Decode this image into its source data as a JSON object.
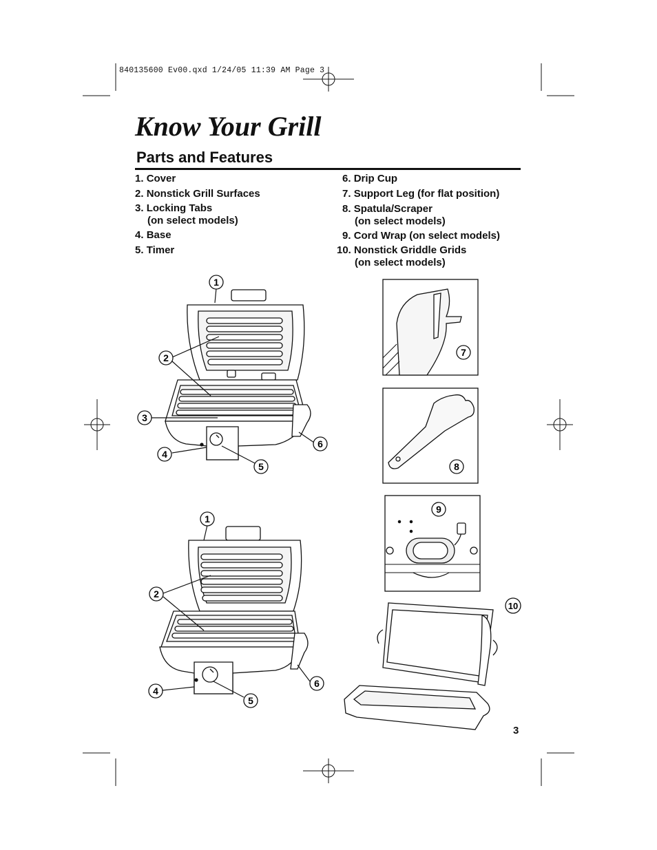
{
  "slug": "840135600 Ev00.qxd  1/24/05  11:39 AM  Page 3",
  "title": "Know Your Grill",
  "subtitle": "Parts and Features",
  "parts_left": [
    {
      "num": "1.",
      "label": "Cover",
      "sub": ""
    },
    {
      "num": "2.",
      "label": "Nonstick Grill Surfaces",
      "sub": ""
    },
    {
      "num": "3.",
      "label": "Locking Tabs",
      "sub": "(on select models)"
    },
    {
      "num": "4.",
      "label": "Base",
      "sub": ""
    },
    {
      "num": "5.",
      "label": "Timer",
      "sub": ""
    }
  ],
  "parts_right": [
    {
      "num": "6.",
      "label": "Drip Cup",
      "sub": ""
    },
    {
      "num": "7.",
      "label": "Support Leg (for flat position)",
      "sub": ""
    },
    {
      "num": "8.",
      "label": "Spatula/Scraper",
      "sub": "(on select models)"
    },
    {
      "num": "9.",
      "label": "Cord Wrap (on select models)",
      "sub": ""
    },
    {
      "num": "10.",
      "label": "Nonstick Griddle Grids",
      "sub": "(on select models)"
    }
  ],
  "callouts": {
    "top": [
      "1",
      "2",
      "3",
      "4",
      "5",
      "6"
    ],
    "bottom": [
      "1",
      "2",
      "4",
      "5",
      "6"
    ],
    "inset_support_leg": "7",
    "inset_spatula": "8",
    "inset_cord_wrap": "9",
    "griddle": "10"
  },
  "page_number": "3"
}
